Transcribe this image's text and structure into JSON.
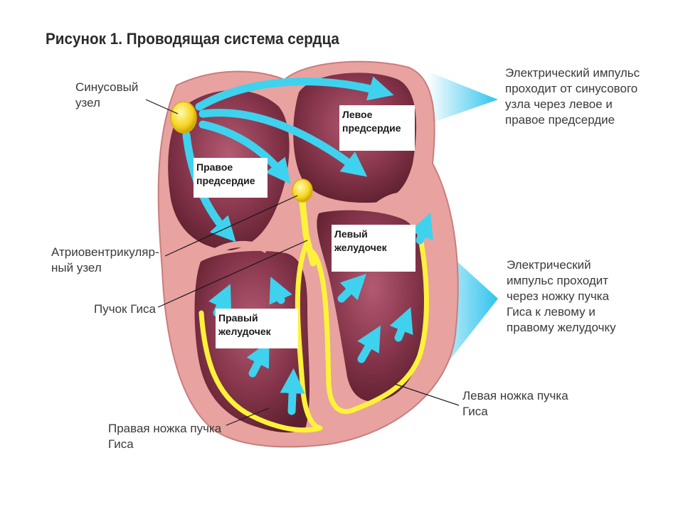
{
  "title": "Рисунок 1. Проводящая система сердца",
  "labels": {
    "sinus_node": [
      "Синусовый",
      "узел"
    ],
    "av_node": [
      "Атриовентрикуляр-",
      "ный узел"
    ],
    "his_bundle": "Пучок Гиса",
    "right_branch": [
      "Правая ножка пучка",
      "Гиса"
    ],
    "left_branch": [
      "Левая ножка пучка",
      "Гиса"
    ],
    "impulse_atria": [
      "Электрический импульс",
      "проходит от синусового",
      "узла через левое и",
      "правое предсердие"
    ],
    "impulse_ventricles": [
      "Электрический",
      "импульс проходит",
      "через ножку пучка",
      "Гиса к левому и",
      "правому желудочку"
    ]
  },
  "boxes": {
    "left_atrium": [
      "Левое",
      "предсердие"
    ],
    "right_atrium": [
      "Правое",
      "предсердие"
    ],
    "left_ventricle": [
      "Левый",
      "желудочек"
    ],
    "right_ventricle": [
      "Правый",
      "желудочек"
    ]
  },
  "colors": {
    "wall": "#e8a2a0",
    "wall_edge": "#c97d7c",
    "chamber": "#7a2d3b",
    "chamber_light": "#a8546a",
    "conduction": "#fff23a",
    "node": "#f6d21e",
    "arrow": "#3fd2ee",
    "callout": "#36c9ee"
  }
}
